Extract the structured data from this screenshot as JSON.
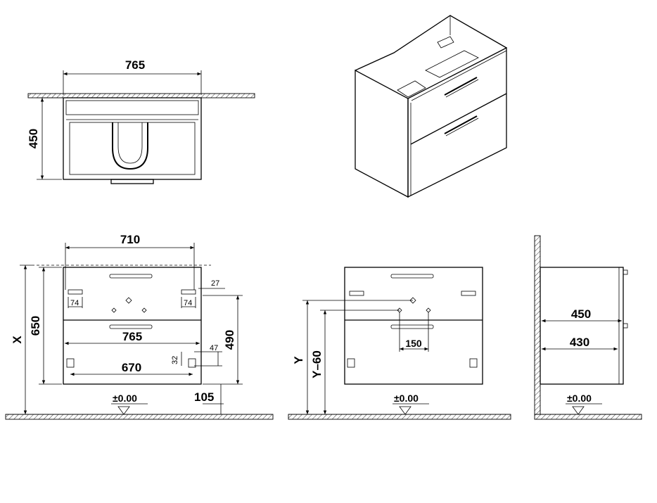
{
  "top_view": {
    "width": "765",
    "depth": "450"
  },
  "front_view": {
    "handle_spacing": "710",
    "side_offset": "27",
    "bracket_left": "74",
    "bracket_right": "74",
    "total_height": "650",
    "height_x": "X",
    "drawer_width": "765",
    "lower_height": "490",
    "gap_47": "47",
    "gap_32": "32",
    "rail_width": "670",
    "bottom_105": "105",
    "floor_level": "±0.00"
  },
  "wall_view": {
    "height_y": "Y",
    "height_y60": "Y–60",
    "hole_spacing": "150",
    "floor_level": "±0.00"
  },
  "side_view": {
    "depth_outer": "450",
    "depth_inner": "430",
    "floor_level": "±0.00"
  }
}
